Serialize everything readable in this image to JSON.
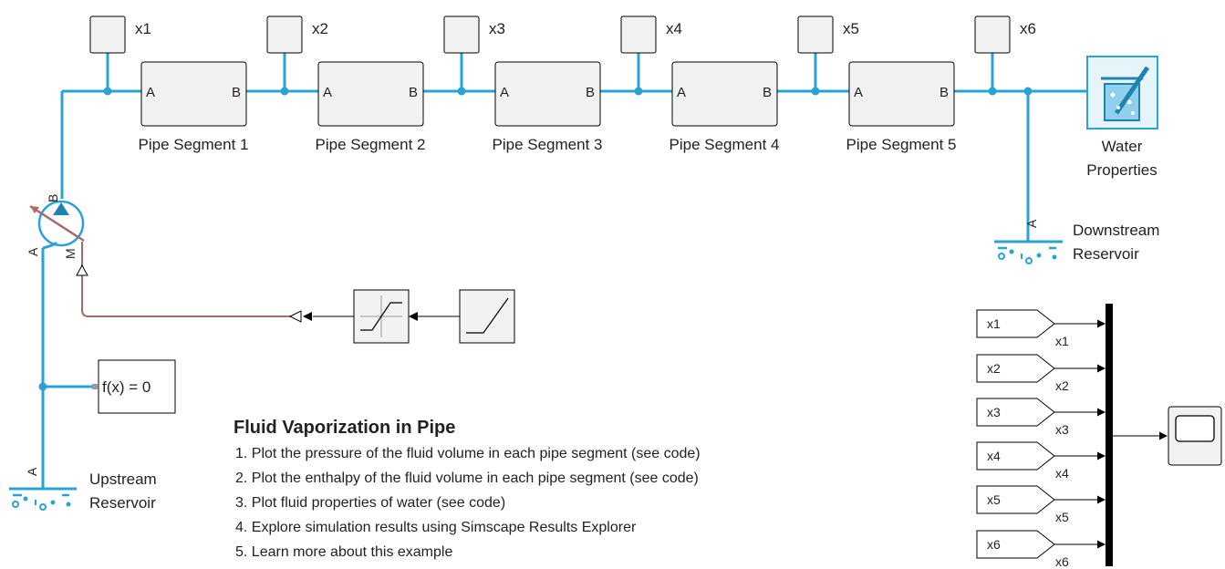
{
  "diagram": {
    "goto_labels": [
      "x1",
      "x2",
      "x3",
      "x4",
      "x5",
      "x6"
    ],
    "pipe_segments": [
      {
        "label": "Pipe Segment 1",
        "port_a": "A",
        "port_b": "B"
      },
      {
        "label": "Pipe Segment 2",
        "port_a": "A",
        "port_b": "B"
      },
      {
        "label": "Pipe Segment 3",
        "port_a": "A",
        "port_b": "B"
      },
      {
        "label": "Pipe Segment 4",
        "port_a": "A",
        "port_b": "B"
      },
      {
        "label": "Pipe Segment 5",
        "port_a": "A",
        "port_b": "B"
      }
    ],
    "water_properties": {
      "line1": "Water",
      "line2": "Properties"
    },
    "downstream_reservoir": {
      "line1": "Downstream",
      "line2": "Reservoir",
      "port": "A"
    },
    "upstream_reservoir": {
      "line1": "Upstream",
      "line2": "Reservoir",
      "port": "A"
    },
    "pump": {
      "port_a": "A",
      "port_b": "B",
      "port_m": "M"
    },
    "solver": {
      "text": "f(x) = 0"
    },
    "from_tags": [
      "x1",
      "x2",
      "x3",
      "x4",
      "x5",
      "x6"
    ],
    "mux_signal_labels": [
      "x1",
      "x2",
      "x3",
      "x4",
      "x5",
      "x6"
    ],
    "notes": {
      "title": "Fluid Vaporization in Pipe",
      "items": [
        "1. Plot the pressure of the fluid volume in each pipe segment (see code)",
        "2. Plot the enthalpy of the fluid volume in each pipe segment (see code)",
        "3. Plot fluid properties of water (see code)",
        "4. Explore simulation results using Simscape Results Explorer",
        "5. Learn more about this example"
      ]
    }
  },
  "colors": {
    "physical_wire": "#29a3d6",
    "physical_signal": "#a86a6a",
    "block_fill": "#f2f2f2"
  }
}
